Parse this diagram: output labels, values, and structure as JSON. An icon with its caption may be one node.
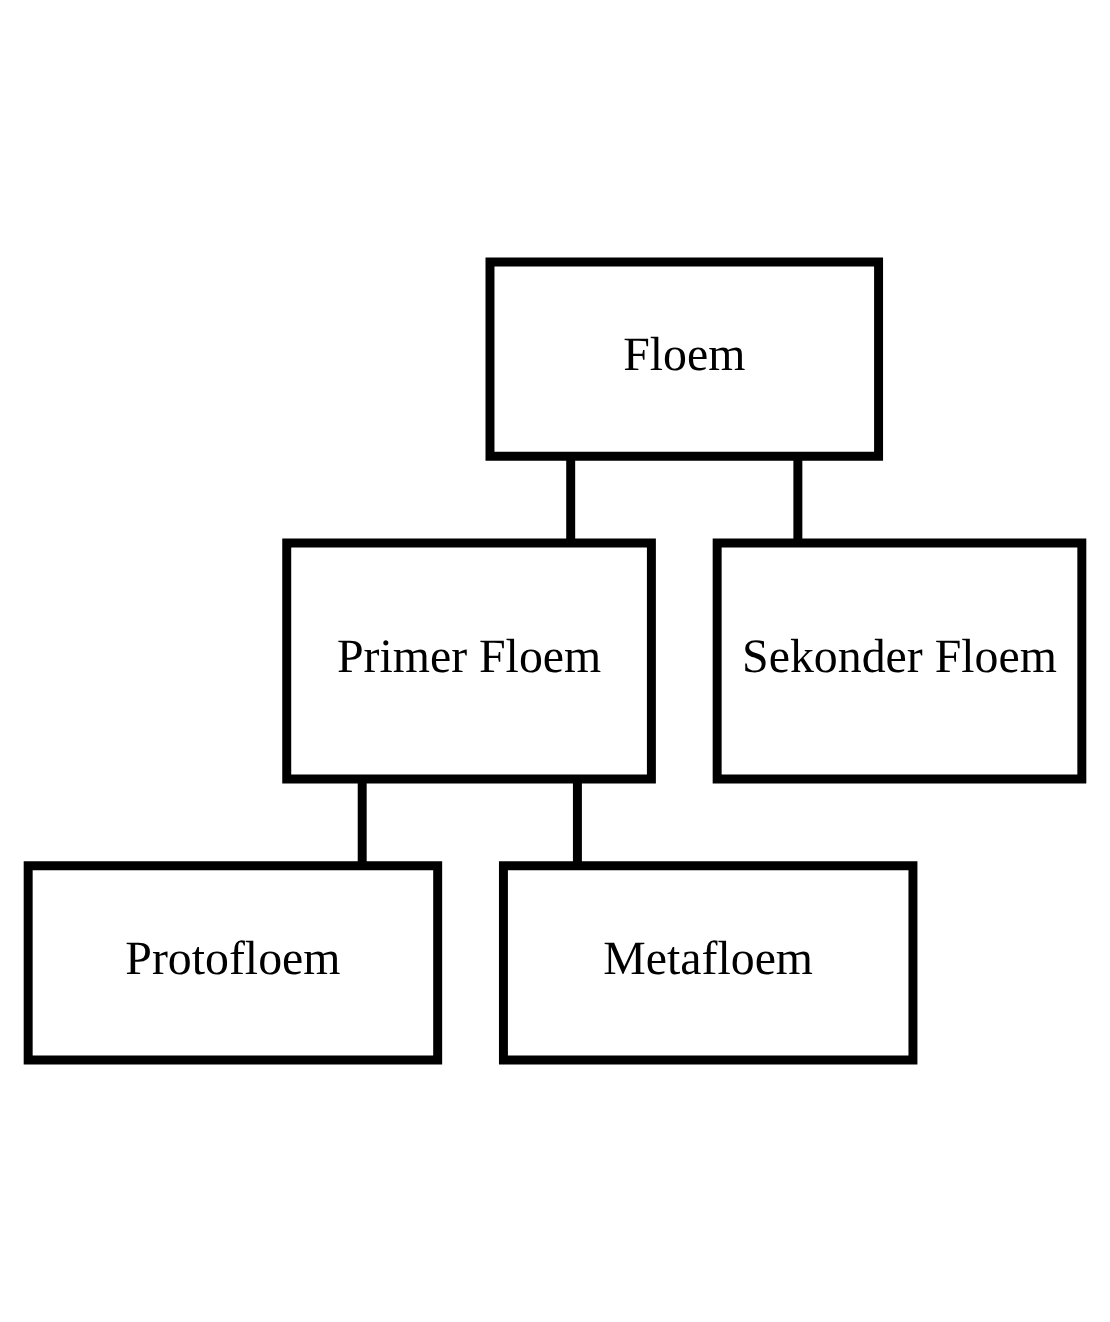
{
  "diagram": {
    "nodes": [
      {
        "text": [
          "Floem"
        ]
      },
      {
        "text": [
          "Primer Floem"
        ]
      },
      {
        "text": [
          "Sekonder Floem"
        ]
      },
      {
        "text": [
          "Protofloem"
        ]
      },
      {
        "text": [
          "Metafloem"
        ]
      }
    ],
    "edges": [
      {
        "from": 0,
        "to": 1,
        "arrow": "none"
      },
      {
        "from": 0,
        "to": 2,
        "arrow": "none"
      },
      {
        "from": 1,
        "to": 3,
        "arrow": "none"
      },
      {
        "from": 1,
        "to": 4,
        "arrow": "none"
      }
    ]
  }
}
